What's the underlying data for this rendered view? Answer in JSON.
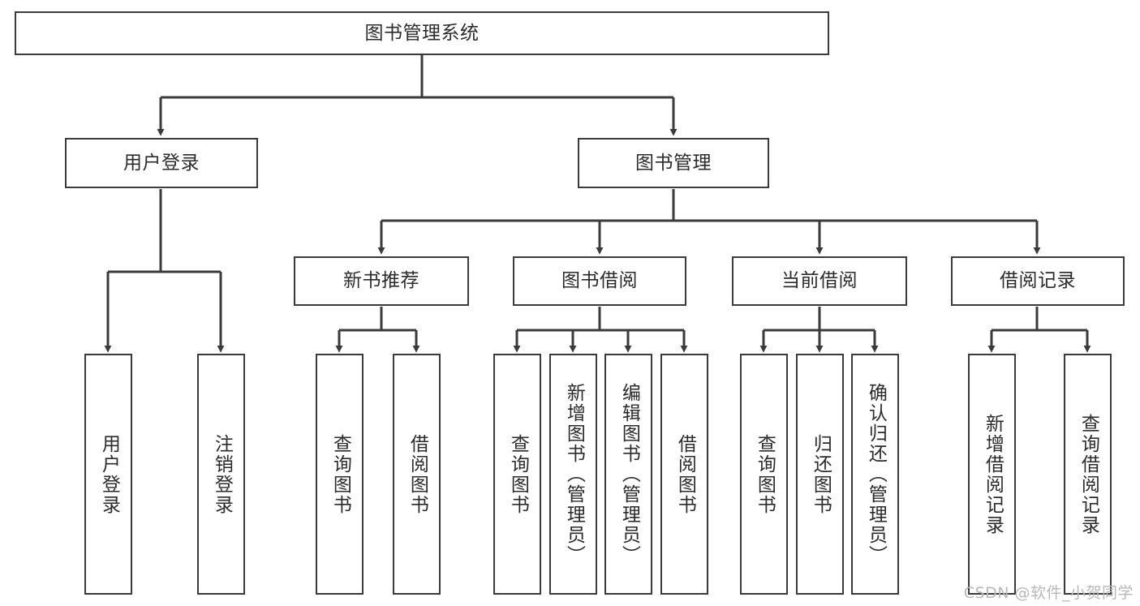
{
  "diagram": {
    "title": "图书管理系统",
    "type": "tree-hierarchy",
    "root": {
      "id": "root",
      "label": "图书管理系统"
    },
    "level2": [
      {
        "id": "user-login",
        "label": "用户登录"
      },
      {
        "id": "book-manage",
        "label": "图书管理"
      }
    ],
    "level3": [
      {
        "id": "new-book-rec",
        "label": "新书推荐"
      },
      {
        "id": "book-borrow",
        "label": "图书借阅"
      },
      {
        "id": "current-borrow",
        "label": "当前借阅"
      },
      {
        "id": "borrow-record",
        "label": "借阅记录"
      }
    ],
    "leaves": {
      "user_login": [
        {
          "id": "leaf-user-login",
          "label": "用户登录"
        },
        {
          "id": "leaf-logout",
          "label": "注销登录"
        }
      ],
      "new_book_rec": [
        {
          "id": "leaf-query-book-1",
          "label": "查询图书"
        },
        {
          "id": "leaf-borrow-book-1",
          "label": "借阅图书"
        }
      ],
      "book_borrow": [
        {
          "id": "leaf-query-book-2",
          "label": "查询图书"
        },
        {
          "id": "leaf-add-book",
          "label": "新增图书（管理员）"
        },
        {
          "id": "leaf-edit-book",
          "label": "编辑图书（管理员）"
        },
        {
          "id": "leaf-borrow-book-2",
          "label": "借阅图书"
        }
      ],
      "current_borrow": [
        {
          "id": "leaf-query-book-3",
          "label": "查询图书"
        },
        {
          "id": "leaf-return-book",
          "label": "归还图书"
        },
        {
          "id": "leaf-confirm-return",
          "label": "确认归还（管理员）"
        }
      ],
      "borrow_record": [
        {
          "id": "leaf-add-record",
          "label": "新增借阅记录"
        },
        {
          "id": "leaf-query-record",
          "label": "查询借阅记录"
        }
      ]
    }
  },
  "watermark": {
    "text": "CSDN @软件_小贺同学"
  },
  "colors": {
    "stroke": "#3a3a3a",
    "fill": "#ffffff",
    "text": "#2b2b2b",
    "watermark": "#b8b8b8"
  }
}
